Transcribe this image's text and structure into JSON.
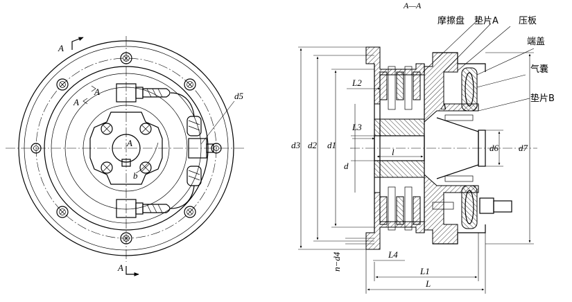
{
  "front_view": {
    "section_marks": [
      "A",
      "A",
      "A",
      "A"
    ],
    "center_label": "A",
    "labels": {
      "b": "b",
      "d5": "d5"
    }
  },
  "section_view": {
    "title": "A—A",
    "callouts": [
      "摩擦盘",
      "垫片A",
      "压板",
      "端盖",
      "气囊",
      "垫片B"
    ],
    "delta": "Δ",
    "dimensions": {
      "d1": "d1",
      "d2": "d2",
      "d3": "d3",
      "d": "d",
      "d6": "d6",
      "d7": "d7",
      "L": "L",
      "L1": "L1",
      "L2": "L2",
      "L3": "L3",
      "L4": "L4",
      "l": "l",
      "nd4": "n−d4"
    }
  }
}
